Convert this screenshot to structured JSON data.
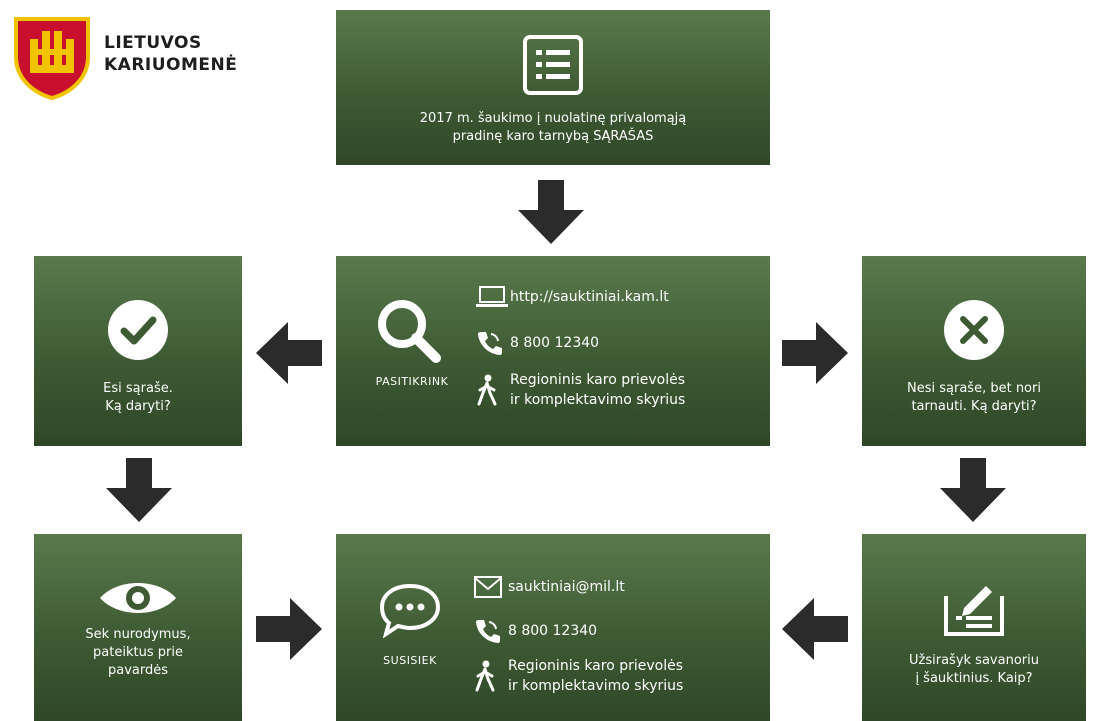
{
  "logo": {
    "line1": "LIETUVOS",
    "line2": "KARIUOMENĖ"
  },
  "top_box": {
    "text_line1": "2017 m. šaukimo į nuolatinę privalomąją",
    "text_line2": "pradinę karo tarnybą SĄRAŠAS"
  },
  "left_box": {
    "line1": "Esi sąraše.",
    "line2": "Ką daryti?"
  },
  "center_box": {
    "label": "PASITIKRINK",
    "url": "http://sauktiniai.kam.lt",
    "phone": "8 800 12340",
    "office_line1": "Regioninis karo prievolės",
    "office_line2": "ir komplektavimo skyrius"
  },
  "right_box": {
    "line1": "Nesi sąraše, bet nori",
    "line2": "tarnauti. Ką daryti?"
  },
  "bottom_left_box": {
    "line1": "Sek nurodymus,",
    "line2": "pateiktus prie",
    "line3": "pavardės"
  },
  "bottom_center_box": {
    "label": "SUSISIEK",
    "email": "sauktiniai@mil.lt",
    "phone": "8 800 12340",
    "office_line1": "Regioninis karo prievolės",
    "office_line2": "ir komplektavimo skyrius"
  },
  "bottom_right_box": {
    "line1": "Užsirašyk savanoriu",
    "line2": "į šauktinius. Kaip?"
  },
  "colors": {
    "box_green": "#3e5a33",
    "arrow": "#2b2b2b",
    "shield_red": "#c8102e",
    "shield_gold": "#f2c400"
  },
  "icons": [
    "list-icon",
    "magnifier-icon",
    "laptop-icon",
    "phone-icon",
    "walking-person-icon",
    "check-icon",
    "cross-icon",
    "eye-icon",
    "chat-bubble-icon",
    "mail-icon",
    "signup-form-icon",
    "arrow-icon"
  ]
}
